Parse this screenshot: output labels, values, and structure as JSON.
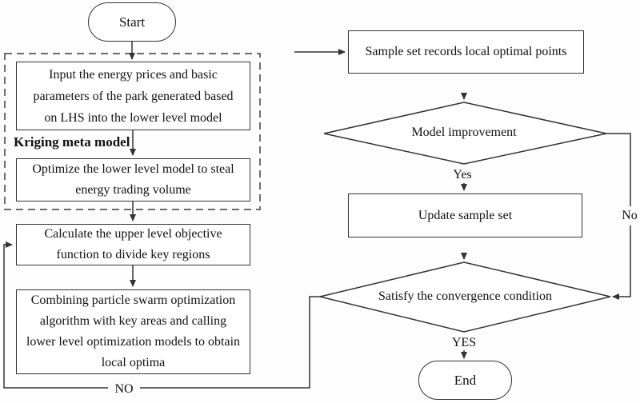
{
  "nodes": {
    "start": "Start",
    "input": [
      "Input the energy prices and basic",
      "parameters of the park generated based",
      "on LHS into the lower level model"
    ],
    "kriging": "Kriging meta model",
    "optimize": [
      "Optimize the lower level model to steal",
      "energy trading volume"
    ],
    "calculate": [
      "Calculate the upper level objective",
      "function to divide key regions"
    ],
    "combining": [
      "Combining particle swarm optimization",
      "algorithm with key areas and calling",
      "lower level optimization models to obtain",
      "local optima"
    ],
    "sample_set": "Sample set records local optimal points",
    "model_improvement": "Model improvement",
    "update_sample": "Update sample set",
    "convergence": "Satisfy the convergence condition",
    "end": "End"
  },
  "edge_labels": {
    "yes": "Yes",
    "no": "No",
    "yes_upper": "YES",
    "no_upper": "NO"
  },
  "colors": {
    "line": "#333333",
    "text": "#111111",
    "background": "#fdfdfd",
    "dashed_outline": "#555555"
  }
}
